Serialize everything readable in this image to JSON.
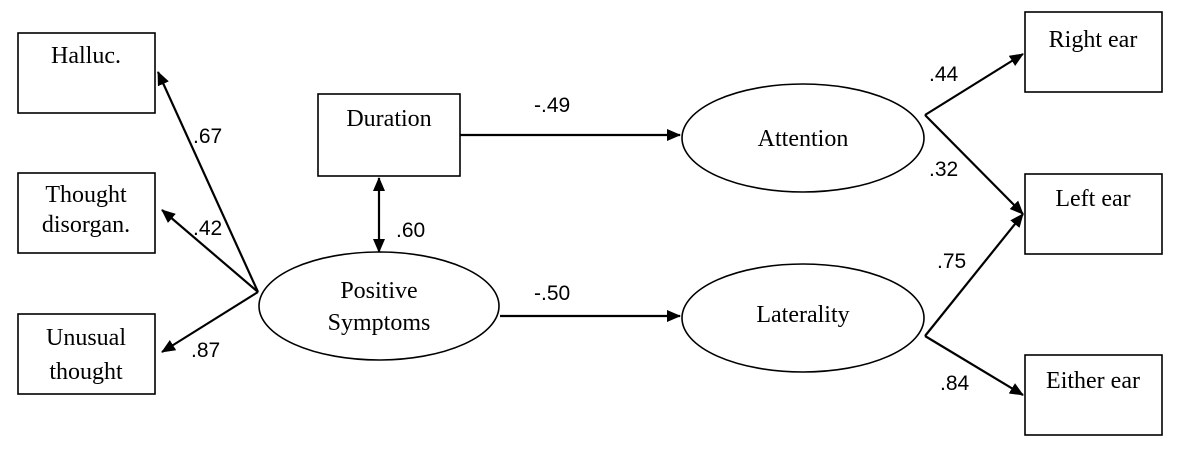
{
  "nodes": {
    "halluc": {
      "lines": [
        "Halluc."
      ]
    },
    "thought_disorgan": {
      "lines": [
        "Thought",
        "disorgan."
      ]
    },
    "unusual_thought": {
      "lines": [
        "Unusual",
        "thought"
      ]
    },
    "duration": {
      "lines": [
        "Duration"
      ]
    },
    "positive_symptoms": {
      "lines": [
        "Positive",
        "Symptoms"
      ]
    },
    "attention": {
      "lines": [
        "Attention"
      ]
    },
    "laterality": {
      "lines": [
        "Laterality"
      ]
    },
    "right_ear": {
      "lines": [
        "Right ear"
      ]
    },
    "left_ear": {
      "lines": [
        "Left ear"
      ]
    },
    "either_ear": {
      "lines": [
        "Either ear"
      ]
    }
  },
  "edges": [
    {
      "from": "positive_symptoms",
      "to": "halluc",
      "coef": ".67",
      "type": "directed"
    },
    {
      "from": "positive_symptoms",
      "to": "thought_disorgan",
      "coef": ".42",
      "type": "directed"
    },
    {
      "from": "positive_symptoms",
      "to": "unusual_thought",
      "coef": ".87",
      "type": "directed"
    },
    {
      "from": "duration",
      "to": "positive_symptoms",
      "coef": ".60",
      "type": "bidirectional"
    },
    {
      "from": "duration",
      "to": "attention",
      "coef": "-.49",
      "type": "directed"
    },
    {
      "from": "positive_symptoms",
      "to": "laterality",
      "coef": "-.50",
      "type": "directed"
    },
    {
      "from": "attention",
      "to": "right_ear",
      "coef": ".44",
      "type": "directed"
    },
    {
      "from": "attention",
      "to": "left_ear",
      "coef": ".32",
      "type": "directed"
    },
    {
      "from": "laterality",
      "to": "left_ear",
      "coef": ".75",
      "type": "directed"
    },
    {
      "from": "laterality",
      "to": "either_ear",
      "coef": ".84",
      "type": "directed"
    }
  ]
}
